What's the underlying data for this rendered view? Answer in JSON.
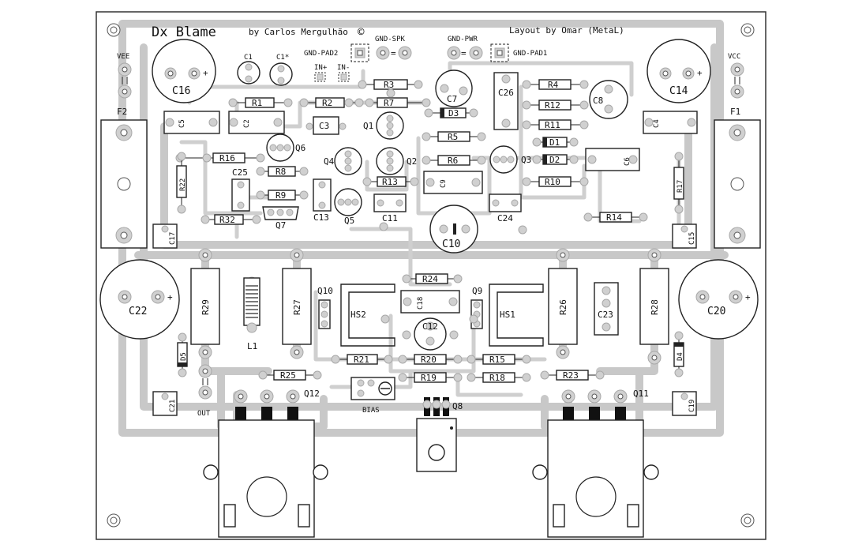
{
  "header": {
    "title": "Dx Blame",
    "author": "by Carlos Mergulhão",
    "copyright_symbol": "©",
    "layout_credit": "Layout by Omar (MetaL)"
  },
  "connectors": {
    "gnd_pad2": "GND-PAD2",
    "gnd_spk": "GND-SPK",
    "gnd_pwr": "GND-PWR",
    "gnd_pad1": "GND-PAD1",
    "vee": "VEE",
    "vcc": "VCC",
    "in_plus": "IN+",
    "in_minus": "IN-",
    "out": "OUT",
    "bias": "BIAS",
    "equals_sign": "="
  },
  "fuses": {
    "f1": "F1",
    "f2": "F2"
  },
  "heatsinks": {
    "hs1": "HS1",
    "hs2": "HS2"
  },
  "capacitors": {
    "c1": "C1",
    "c1b": "C1*",
    "c2": "C2",
    "c3": "C3",
    "c4": "C4",
    "c5": "C5",
    "c6": "C6",
    "c7": "C7",
    "c8": "C8",
    "c9": "C9",
    "c10": "C10",
    "c11": "C11",
    "c12": "C12",
    "c13": "C13",
    "c14": "C14",
    "c15": "C15",
    "c16": "C16",
    "c17": "C17",
    "c18": "C18",
    "c19": "C19",
    "c20": "C20",
    "c21": "C21",
    "c22": "C22",
    "c23": "C23",
    "c24": "C24",
    "c25": "C25",
    "c26": "C26"
  },
  "resistors": {
    "r1": "R1",
    "r2": "R2",
    "r3": "R3",
    "r4": "R4",
    "r5": "R5",
    "r6": "R6",
    "r7": "R7",
    "r8": "R8",
    "r9": "R9",
    "r10": "R10",
    "r11": "R11",
    "r12": "R12",
    "r13": "R13",
    "r14": "R14",
    "r15": "R15",
    "r16": "R16",
    "r17": "R17",
    "r18": "R18",
    "r19": "R19",
    "r20": "R20",
    "r21": "R21",
    "r22": "R22",
    "r23": "R23",
    "r24": "R24",
    "r25": "R25",
    "r26": "R26",
    "r27": "R27",
    "r28": "R28",
    "r29": "R29",
    "r32": "R32"
  },
  "transistors": {
    "q1": "Q1",
    "q2": "Q2",
    "q3": "Q3",
    "q4": "Q4",
    "q5": "Q5",
    "q6": "Q6",
    "q7": "Q7",
    "q8": "Q8",
    "q9": "Q9",
    "q10": "Q10",
    "q11": "Q11",
    "q12": "Q12"
  },
  "diodes": {
    "d1": "D1",
    "d2": "D2",
    "d3": "D3",
    "d4": "D4",
    "d5": "D5"
  },
  "inductors": {
    "l1": "L1"
  },
  "polarity": {
    "plus": "+"
  }
}
